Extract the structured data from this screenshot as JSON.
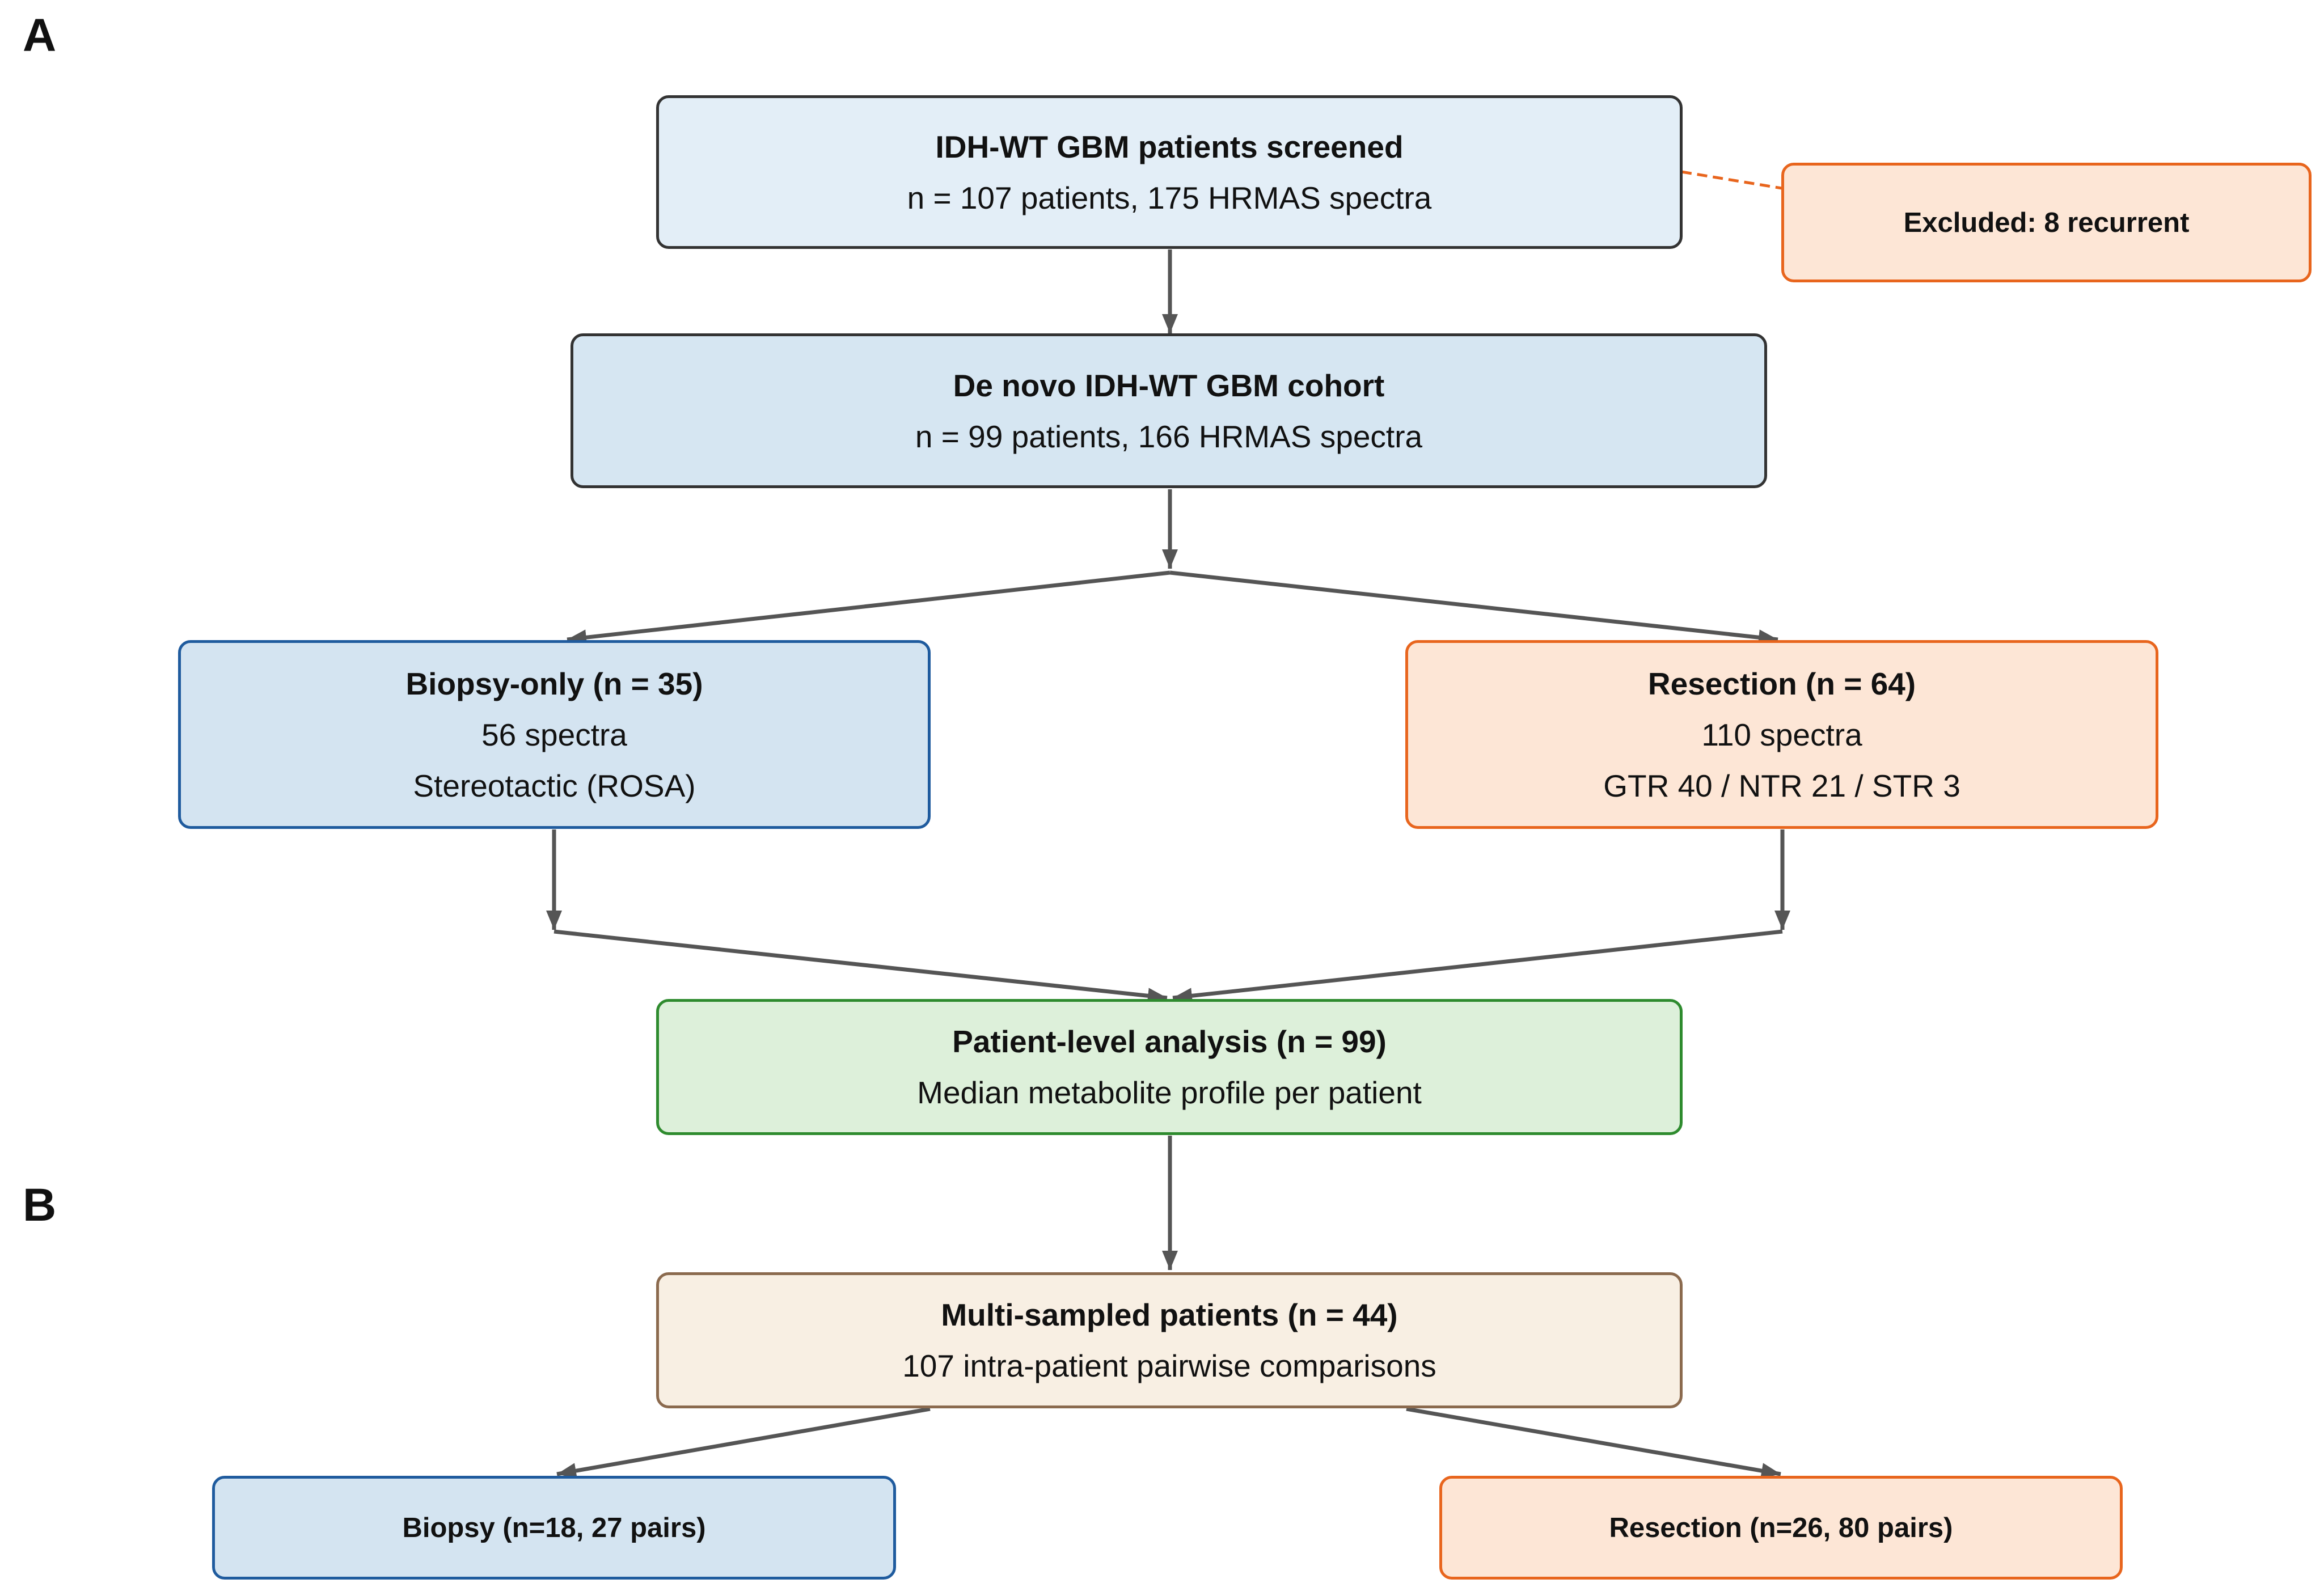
{
  "panels": {
    "a": "A",
    "b": "B"
  },
  "screened": {
    "title": "IDH-WT GBM patients screened",
    "line1": "n = 107 patients, 175 HRMAS spectra"
  },
  "excluded": {
    "title": "Excluded: 8 recurrent"
  },
  "cohort": {
    "title": "De novo IDH-WT GBM cohort",
    "line1": "n = 99 patients, 166 HRMAS spectra"
  },
  "biopsy_only": {
    "title": "Biopsy-only (n = 35)",
    "line1": "56 spectra",
    "line2": "Stereotactic (ROSA)"
  },
  "resection": {
    "title": "Resection (n = 64)",
    "line1": "110 spectra",
    "line2": "GTR 40 / NTR 21 / STR 3"
  },
  "patient_level": {
    "title": "Patient-level analysis (n = 99)",
    "line1": "Median metabolite profile per patient"
  },
  "multi_sampled": {
    "title": "Multi-sampled patients (n = 44)",
    "line1": "107 intra-patient pairwise comparisons"
  },
  "biopsy_pairs": {
    "title": "Biopsy (n=18, 27 pairs)"
  },
  "resection_pairs": {
    "title": "Resection (n=26, 80 pairs)"
  },
  "colors": {
    "arrow": "#555555",
    "dashed_connector": "#e8651d",
    "orange_border": "#e8651d",
    "blue_border": "#1f5b9e",
    "green_border": "#2e8b2e",
    "tan_border": "#8b6a4e"
  }
}
